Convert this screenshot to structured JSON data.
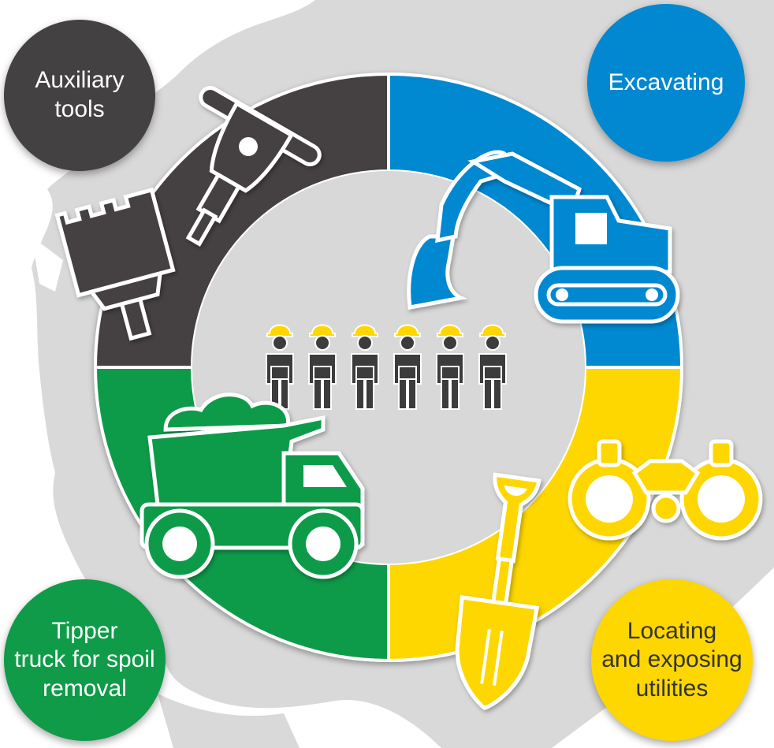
{
  "colors": {
    "auxiliary": "#444142",
    "excavating": "#0288d1",
    "tipper": "#0f9b48",
    "locating": "#fed700",
    "map_land": "#d9d9d9",
    "worker": "#3c3c3c",
    "helmet": "#fed700"
  },
  "segments": [
    {
      "id": "auxiliary",
      "label": "Auxiliary\ntools",
      "icon": "jackhammer-icon"
    },
    {
      "id": "excavating",
      "label": "Excavating",
      "icon": "excavator-icon"
    },
    {
      "id": "locating",
      "label": "Locating\nand exposing\nutilities",
      "icon": "binoculars-icon"
    },
    {
      "id": "tipper",
      "label": "Tipper\ntruck for spoil\nremoval",
      "icon": "tipper-truck-icon"
    }
  ],
  "workers": {
    "count": 6,
    "icon": "worker-icon"
  }
}
